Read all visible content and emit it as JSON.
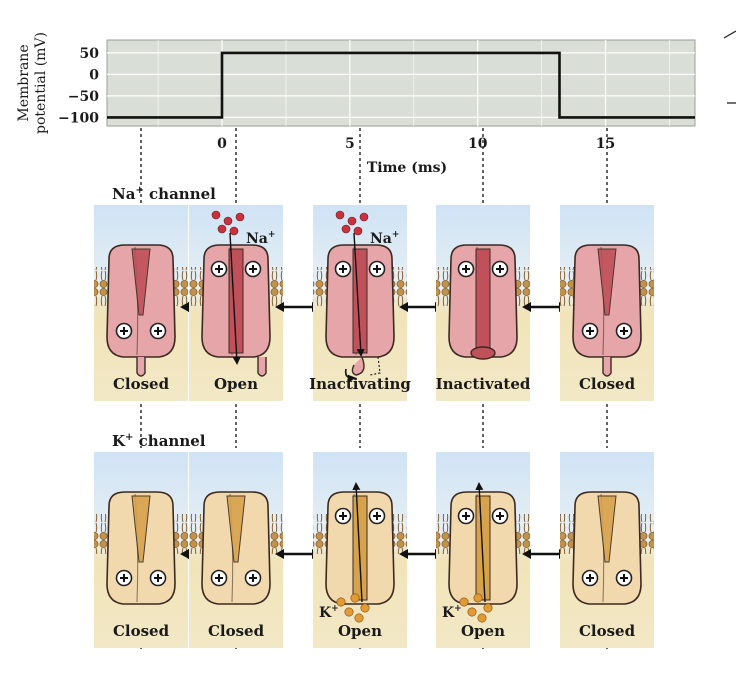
{
  "graph": {
    "ylabel_line1": "Membrane",
    "ylabel_line2": "potential (mV)",
    "yticks": [
      "50",
      "0",
      "−50",
      "−100"
    ],
    "xticks": [
      "0",
      "5",
      "10",
      "15"
    ],
    "xlabel": "Time (ms)"
  },
  "chart_data": {
    "type": "line",
    "xlabel": "Time (ms)",
    "ylabel": "Membrane potential (mV)",
    "x": [
      -4.5,
      0,
      0,
      13.2,
      13.2,
      18.5
    ],
    "y": [
      -100,
      -100,
      50,
      50,
      -100,
      -100
    ],
    "xlim": [
      -4.5,
      18.5
    ],
    "ylim": [
      -120,
      80
    ],
    "grid": true
  },
  "na_row": {
    "title_main": "Na",
    "title_sup": "+",
    "title_rest": " channel",
    "ion_main": "Na",
    "ion_sup": "+",
    "panels": [
      {
        "label": "Closed",
        "state": "closed"
      },
      {
        "label": "Open",
        "state": "open"
      },
      {
        "label": "Inactivating",
        "state": "inactivating"
      },
      {
        "label": "Inactivated",
        "state": "inactivated"
      },
      {
        "label": "Closed",
        "state": "closed"
      }
    ]
  },
  "k_row": {
    "title_main": "K",
    "title_sup": "+",
    "title_rest": " channel",
    "ion_main": "K",
    "ion_sup": "+",
    "panels": [
      {
        "label": "Closed",
        "state": "closed"
      },
      {
        "label": "Closed",
        "state": "closed"
      },
      {
        "label": "Open",
        "state": "open"
      },
      {
        "label": "Open",
        "state": "open"
      },
      {
        "label": "Closed",
        "state": "closed"
      }
    ]
  },
  "colors": {
    "graph_bg": "#d9ded6",
    "na_channel": "#e6a5a8",
    "na_channel_dark": "#c0505a",
    "k_channel": "#f1d9ad",
    "k_channel_dark": "#d7a24c",
    "sky": "#cfe3f5",
    "cytoplasm": "#f1e4b9",
    "lipid": "#c2914a",
    "na_ion": "#c9323d",
    "k_ion": "#e39a33"
  }
}
